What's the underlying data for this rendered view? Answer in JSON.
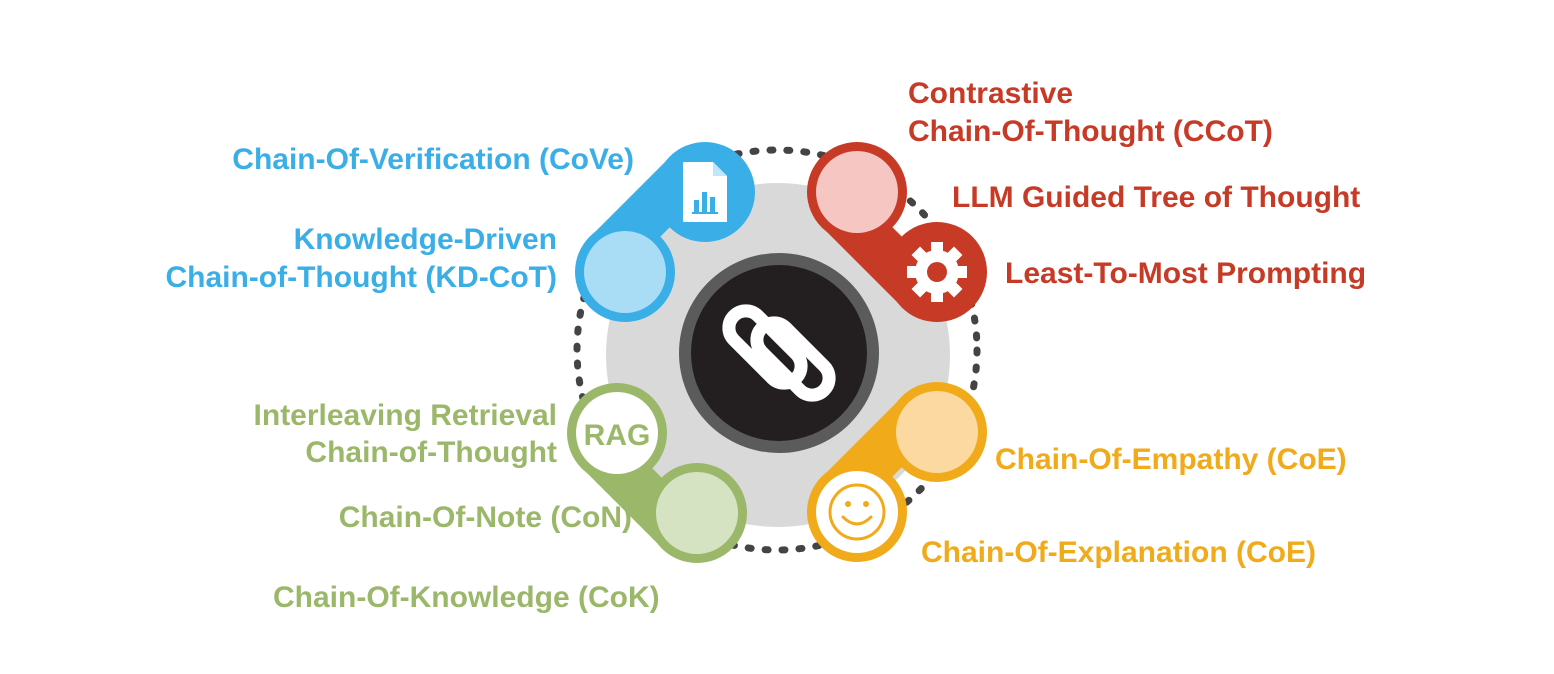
{
  "colors": {
    "blue": "#3aaee6",
    "blue_light": "#a9dcf5",
    "red": "#c63a26",
    "red_light": "#f6c6c3",
    "green": "#9bb86a",
    "green_light": "#d6e3c2",
    "orange": "#f0aa1a",
    "orange_light": "#fbd9a0",
    "center_dark": "#231f20",
    "ring_gray": "#d9d9d9"
  },
  "center": {
    "icon": "chain-link-icon"
  },
  "clusters": {
    "blue": {
      "icons": [
        "document-chart-icon"
      ],
      "labels": [
        "Chain-Of-Verification (CoVe)",
        "Knowledge-Driven",
        "Chain-of-Thought (KD-CoT)"
      ]
    },
    "red": {
      "icons": [
        "gear-icon"
      ],
      "labels": [
        "Contrastive",
        "Chain-Of-Thought (CCoT)",
        "LLM Guided Tree of Thought",
        "Least-To-Most Prompting"
      ]
    },
    "green": {
      "badge": "RAG",
      "labels": [
        "Interleaving Retrieval",
        "Chain-of-Thought",
        "Chain-Of-Note (CoN)",
        "Chain-Of-Knowledge (CoK)"
      ]
    },
    "orange": {
      "icons": [
        "smiley-icon"
      ],
      "labels": [
        "Chain-Of-Empathy (CoE)",
        "Chain-Of-Explanation (CoE)"
      ]
    }
  }
}
